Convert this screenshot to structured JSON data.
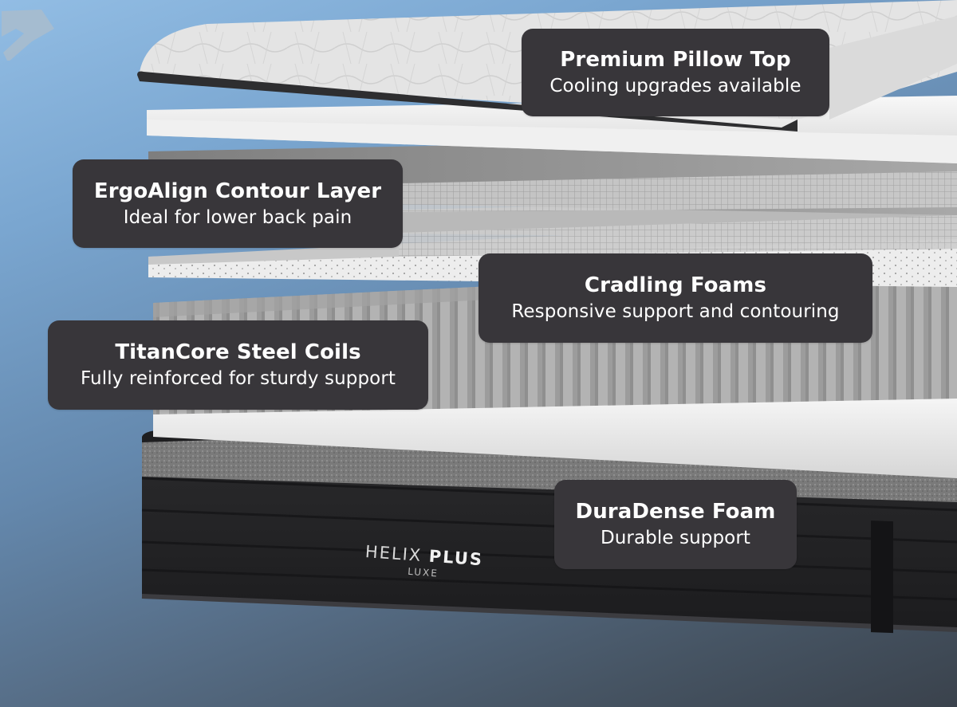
{
  "scene": {
    "type": "mattress-exploded-layer-diagram",
    "background_colors": [
      "#92bde4",
      "#6488ad",
      "#3a424c"
    ],
    "callout_color": "#38363a",
    "callout_text_color": "#ffffff"
  },
  "brand": {
    "name_light": "HELIX",
    "name_bold": "PLUS",
    "tier": "LUXE"
  },
  "callouts": [
    {
      "title": "Premium Pillow Top",
      "subtitle": "Cooling upgrades available"
    },
    {
      "title": "ErgoAlign Contour Layer",
      "subtitle": "Ideal for lower back pain"
    },
    {
      "title": "Cradling Foams",
      "subtitle": "Responsive support and contouring"
    },
    {
      "title": "TitanCore Steel Coils",
      "subtitle": "Fully reinforced for sturdy support"
    },
    {
      "title": "DuraDense Foam",
      "subtitle": "Durable support"
    }
  ],
  "layers": [
    {
      "name": "pillow-top",
      "color": "#e6e6e6"
    },
    {
      "name": "comfort-foam",
      "color": "#f2f2f2"
    },
    {
      "name": "ergoalign-layer",
      "color": "#8c8c8c"
    },
    {
      "name": "grid-foam-upper",
      "color": "#b5b5b5"
    },
    {
      "name": "grid-foam-lower",
      "color": "#c4c4c4"
    },
    {
      "name": "speckled-foam",
      "color": "#ececec"
    },
    {
      "name": "steel-coils",
      "color": "#9a9a9a"
    },
    {
      "name": "transition-foam",
      "color": "#f4f4f4"
    },
    {
      "name": "duradense-foam",
      "color": "#777777"
    },
    {
      "name": "base-cover",
      "color": "#232325"
    }
  ]
}
